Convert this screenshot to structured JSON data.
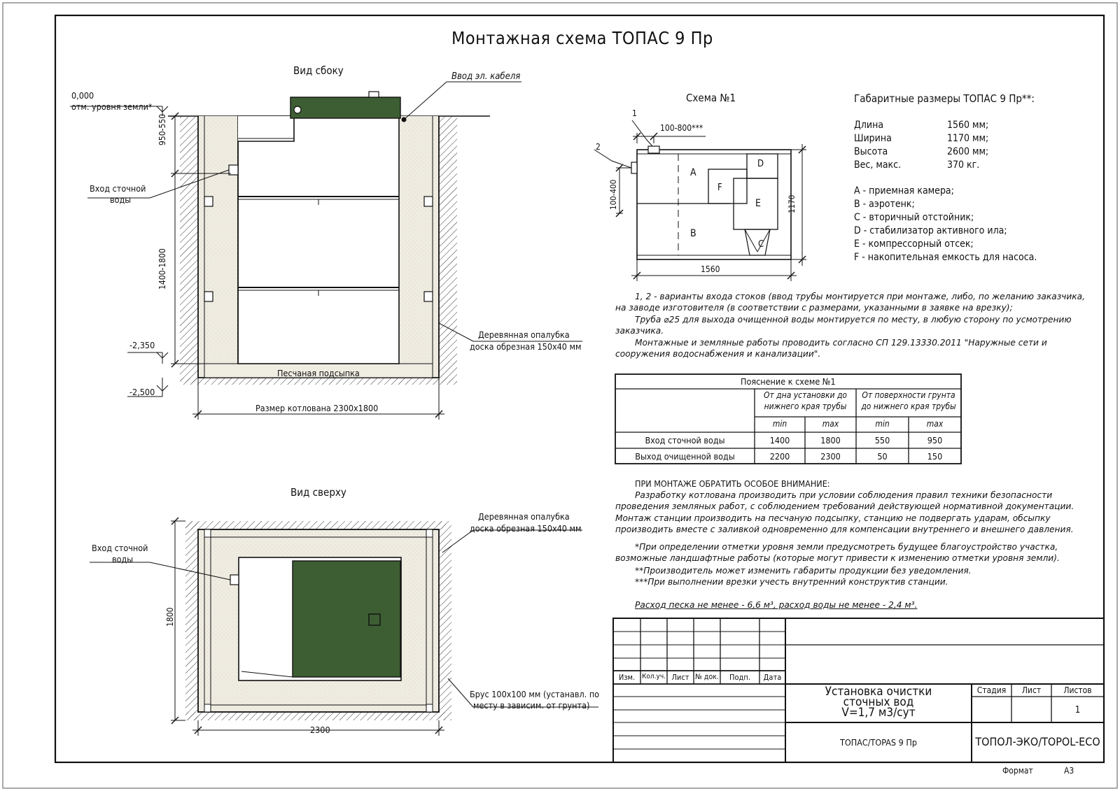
{
  "title": "Монтажная схема ТОПАС 9 Пр",
  "side_view": {
    "label": "Вид сбоку",
    "ground_level": "0,000",
    "ground_level_note": "отм. уровня земли*",
    "cable_inlet": "Ввод эл. кабеля",
    "sewage_inlet_1": "Вход сточной",
    "sewage_inlet_2": "воды",
    "dim_upper": "950-550",
    "dim_lower": "1400-1800",
    "level_mid": "-2,350",
    "level_bottom": "-2,500",
    "formwork_1": "Деревянная опалубка",
    "formwork_2": "доска обрезная 150х40 мм",
    "sand": "Песчаная подсыпка",
    "pit_size": "Размер котлована 2300х1800"
  },
  "top_view": {
    "label": "Вид сверху",
    "sewage_inlet_1": "Вход сточной",
    "sewage_inlet_2": "воды",
    "formwork_1": "Деревянная опалубка",
    "formwork_2": "доска обрезная 150х40 мм",
    "beam_1": "Брус 100х100 мм (устанавл. по",
    "beam_2": "месту в зависим. от грунта)",
    "dim_height": "1800",
    "dim_width": "2300"
  },
  "scheme": {
    "label": "Схема №1",
    "mark_1": "1",
    "mark_2": "2",
    "dim_top": "100-800***",
    "dim_left": "100-400",
    "dim_right": "1170",
    "dim_bottom": "1560",
    "zones": [
      "A",
      "B",
      "C",
      "D",
      "E",
      "F"
    ]
  },
  "dimensions": {
    "heading": "Габаритные размеры ТОПАС 9 Пр**:",
    "rows": [
      {
        "name": "Длина",
        "value": "1560 мм;"
      },
      {
        "name": "Ширина",
        "value": "1170 мм;"
      },
      {
        "name": "Высота",
        "value": "2600 мм;"
      },
      {
        "name": "Вес, макс.",
        "value": "370 кг."
      }
    ]
  },
  "legend": [
    "A - приемная камера;",
    "B - аэротенк;",
    "C - вторичный отстойник;",
    "D - стабилизатор активного ила;",
    "E - компрессорный отсек;",
    "F - накопительная емкость для насоса."
  ],
  "notes": {
    "p1": "1, 2 - варианты входа  стоков (ввод трубы монтируется при монтаже, либо, по желанию заказчика, на заводе изготовителя (в соответствии с размерами, указанными в заявке на врезку);",
    "p2": "Труба ⌀25 для выхода очищенной воды монтируется по месту, в любую сторону по усмотрению заказчика.",
    "p3": "Монтажные и земляные работы проводить согласно СП 129.13330.2011 \"Наружные сети и сооружения водоснабжения и канализации\".",
    "attention_heading": "ПРИ МОНТАЖЕ ОБРАТИТЬ ОСОБОЕ ВНИМАНИЕ:",
    "attention_text": "Разработку котлована производить при условии соблюдения правил техники безопасности проведения земляных работ, с соблюдением требований действующей нормативной документации. Монтаж станции производить на песчаную подсыпку, станцию не подвергать ударам, обсыпку производить вместе с заливкой одновременно для компенсации внутреннего и внешнего давления.",
    "fn1": "*При определении отметки уровня земли предусмотреть будущее благоустройство участка, возможные ландшафтные работы (которые могут привести к изменению отметки уровня земли).",
    "fn2": "**Производитель может изменить габариты продукции без уведомления.",
    "fn3": "***При выполнении врезки учесть внутренний конструктив станции.",
    "consumption": "Расход песка не менее - 6,6 м³, расход воды не менее - 2,4 м³."
  },
  "table": {
    "title": "Пояснение к схеме №1",
    "group1": [
      "От дна установки до",
      "нижнего края трубы"
    ],
    "group2": [
      "От поверхности грунта",
      "до нижнего края трубы"
    ],
    "sub": [
      "min",
      "max",
      "min",
      "max"
    ],
    "rows": [
      {
        "label": "Вход сточной воды",
        "values": [
          "1400",
          "1800",
          "550",
          "950"
        ]
      },
      {
        "label": "Выход очищенной воды",
        "values": [
          "2200",
          "2300",
          "50",
          "150"
        ]
      }
    ]
  },
  "title_block": {
    "cols": [
      "Изм.",
      "Кол.уч.",
      "Лист",
      "№ док.",
      "Подп.",
      "Дата"
    ],
    "name_1": "Установка очистки",
    "name_2": "сточных вод",
    "name_3": "V=1,7 м3/сут",
    "stage_label": "Стадия",
    "sheet_label": "Лист",
    "sheets_label": "Листов",
    "sheets_value": "1",
    "product": "ТОПАС/TOPAS 9 Пр",
    "company": "ТОПОЛ-ЭКО/TOPOL-ECO",
    "format_label": "Формат",
    "format_value": "А3"
  },
  "colors": {
    "tank_green": "#3d5e33",
    "sand": "#ece8dc",
    "line": "#111111"
  }
}
